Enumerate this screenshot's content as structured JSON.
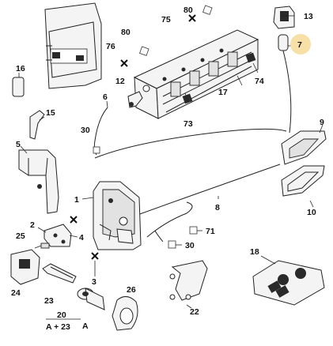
{
  "labels": {
    "l1": "1",
    "l2": "2",
    "l3": "3",
    "l4": "4",
    "l5": "5",
    "l6": "6",
    "l7": "7",
    "l8": "8",
    "l9": "9",
    "l10": "10",
    "l12": "12",
    "l13": "13",
    "l15": "15",
    "l16": "16",
    "l17": "17",
    "l18": "18",
    "l20": "20",
    "l22": "22",
    "l23": "23",
    "l24": "24",
    "l25": "25",
    "l26": "26",
    "l30a": "30",
    "l30b": "30",
    "l71": "71",
    "l73": "73",
    "l74": "74",
    "l75": "75",
    "l76": "76",
    "l80a": "80",
    "l80b": "80",
    "a": "A",
    "formula": "A + 23"
  },
  "highlight": {
    "label": "7",
    "color": "#f7e0a6"
  },
  "colors": {
    "ink": "#222222",
    "part_fill": "#f4f4f4",
    "dark_fill": "#2a2a2a"
  },
  "symbols": {
    "square_marker": "square-marker-icon",
    "cross_marker": "cross-marker-icon"
  }
}
